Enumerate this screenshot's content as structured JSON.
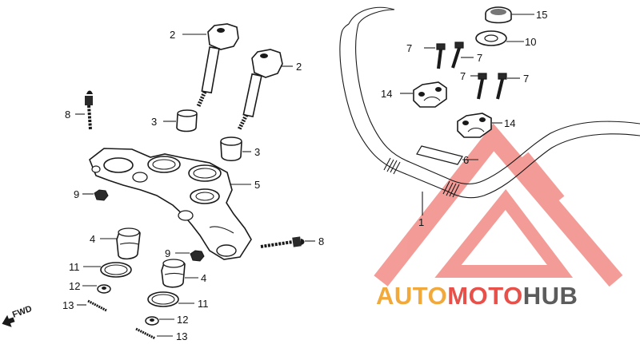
{
  "diagram": {
    "callouts": {
      "c1": "1",
      "c2a": "2",
      "c2b": "2",
      "c3a": "3",
      "c3b": "3",
      "c4a": "4",
      "c4b": "4",
      "c5": "5",
      "c6": "6",
      "c7a": "7",
      "c7b": "7",
      "c7c": "7",
      "c7d": "7",
      "c8a": "8",
      "c8b": "8",
      "c9a": "9",
      "c9b": "9",
      "c10": "10",
      "c11a": "11",
      "c11b": "11",
      "c12a": "12",
      "c12b": "12",
      "c13a": "13",
      "c13b": "13",
      "c14a": "14",
      "c14b": "14",
      "c15": "15"
    },
    "fwd_label": "FWD"
  },
  "watermark": {
    "word_part1": "AUTO",
    "word_part2": "MOTO",
    "word_part3": "HUB",
    "color_orange": "#f2a93b",
    "color_red": "#e8504a",
    "color_gray": "#5c5c5c"
  }
}
